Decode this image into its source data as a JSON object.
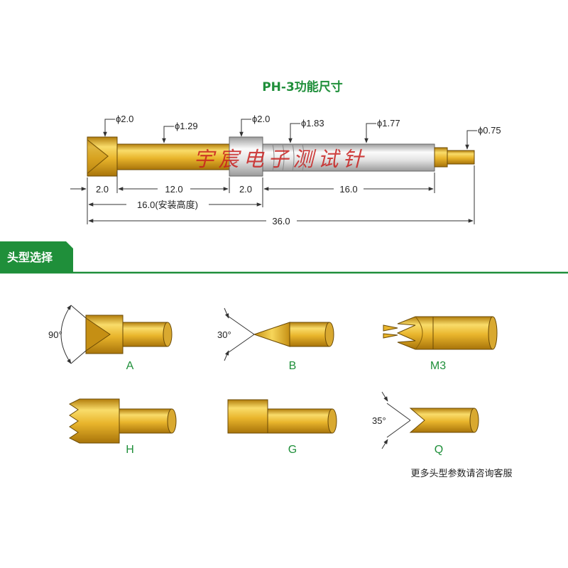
{
  "title": "PH-3功能尺寸",
  "watermark": "宇宸电子测试针",
  "diameters": [
    "ϕ2.0",
    "ϕ1.29",
    "ϕ2.0",
    "ϕ1.83",
    "ϕ1.77",
    "ϕ0.75"
  ],
  "dimensions": {
    "seg1": "2.0",
    "seg2": "12.0",
    "seg3": "2.0",
    "seg4": "16.0",
    "install_height": "16.0(安装高度)",
    "total": "36.0"
  },
  "section": {
    "heading": "头型选择",
    "banner_color": "#1f8f3a"
  },
  "tips": [
    {
      "label": "A",
      "angle": "90°"
    },
    {
      "label": "B",
      "angle": "30°"
    },
    {
      "label": "M3",
      "angle": ""
    },
    {
      "label": "H",
      "angle": ""
    },
    {
      "label": "G",
      "angle": ""
    },
    {
      "label": "Q",
      "angle": "35°"
    }
  ],
  "note": "更多头型参数请咨询客服",
  "colors": {
    "title": "#1f8f3a",
    "gold_light": "#f6cf4d",
    "gold_dark": "#c08a10",
    "silver_light": "#f4f4f4",
    "silver_dark": "#a9a9a9",
    "watermark": "#c8201e"
  }
}
